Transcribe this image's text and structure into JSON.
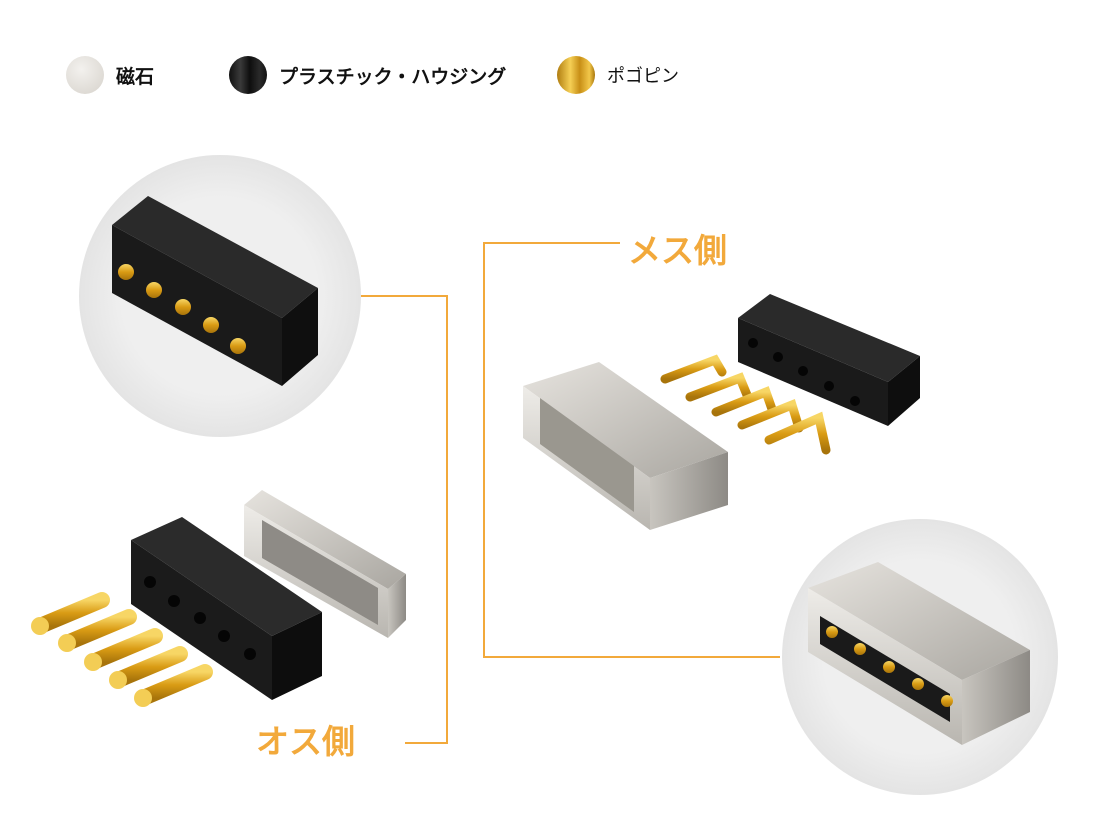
{
  "legend": {
    "items": [
      {
        "label": "磁石",
        "color": "#E3DFD9",
        "icon": "magnet-swatch"
      },
      {
        "label": "プラスチック・ハウジング",
        "color": "#1E1E1E",
        "icon": "plastic-housing-swatch"
      },
      {
        "label": "ポゴピン",
        "color": "#E6B53A",
        "icon": "pogo-pin-swatch"
      }
    ]
  },
  "labels": {
    "female": "メス側",
    "male": "オス側"
  },
  "colors": {
    "accent": "#F2A93B",
    "circle_bg": "#EDEDED",
    "housing": "#1E1E1E",
    "magnet": "#C9C6C0",
    "gold": "#E0A92A"
  }
}
